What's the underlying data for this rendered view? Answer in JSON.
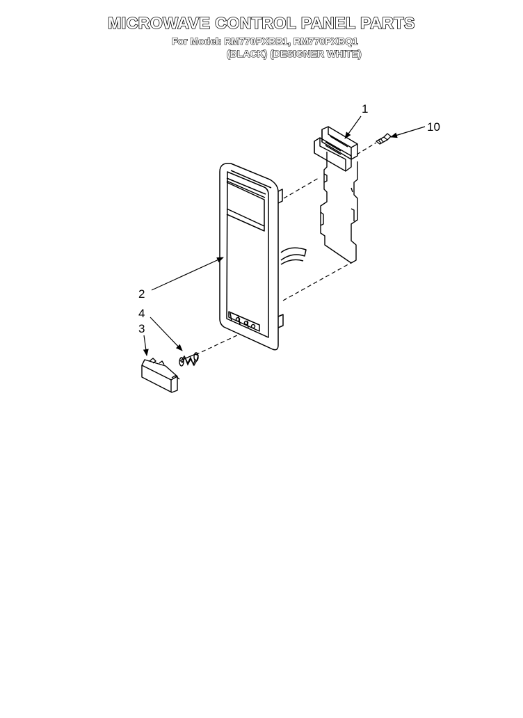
{
  "title": "MICROWAVE CONTROL PANEL PARTS",
  "models_line": "For Model: RM770PXBB1, RM770PXBQ1",
  "colors_line": "(BLACK) (DESIGNER WHITE)",
  "callouts": {
    "part_1": "1",
    "part_10": "10",
    "part_2": "2",
    "part_4": "4",
    "part_3": "3"
  },
  "colors": {
    "line": "#000000",
    "background": "#ffffff"
  }
}
